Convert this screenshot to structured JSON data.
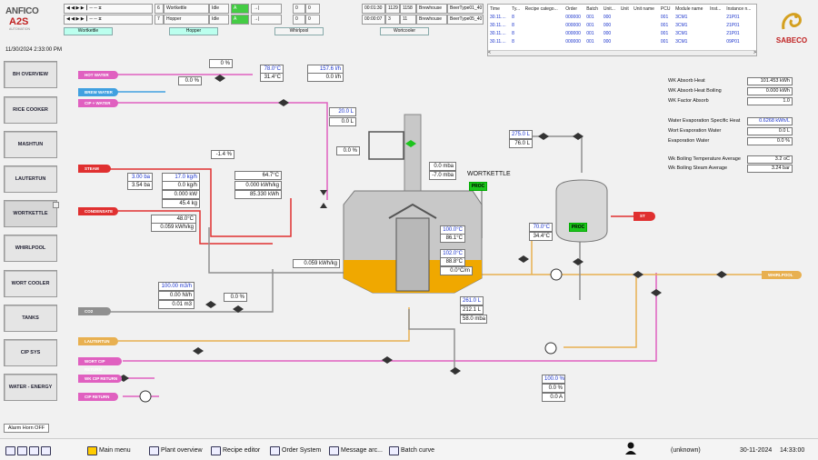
{
  "brand": {
    "company": "ANFICO",
    "product": "A2S",
    "tagline": "AUTOMATION",
    "client": "SABECO"
  },
  "datetime": "11/30/2024 2:33:00 PM",
  "top_rows": [
    {
      "num": "6",
      "name": "Wortkettle",
      "state": "Idle",
      "btn": "A",
      "arrow": "→|",
      "c1": "0",
      "c2": "0",
      "time": "00:01:30",
      "id": "1129",
      "id2": "1158",
      "area": "Brewhouse",
      "recipe": "BeerType01_407"
    },
    {
      "num": "7",
      "name": "Hopper",
      "state": "Idle",
      "btn": "A",
      "arrow": "→|",
      "c1": "0",
      "c2": "0",
      "time": "00:00:07",
      "id": "3",
      "id2": "11",
      "area": "Brewhouse",
      "recipe": "BeerType05_407"
    }
  ],
  "top_tabs": [
    "Wortkettle",
    "Hopper",
    "Whirlpool",
    "Wortcooler"
  ],
  "batch_table": {
    "headers": [
      "Time",
      "Ty...",
      "Recipe catego...",
      "Order",
      "Batch",
      "Unit...",
      "Unit",
      "Unit name",
      "PCU",
      "Module name",
      "Inst...",
      "Instance n..."
    ],
    "rows": [
      [
        "30.11....",
        "8",
        "",
        "000000",
        "001",
        "000",
        "",
        "",
        "001",
        "3CM1",
        "",
        "21P01"
      ],
      [
        "30.11....",
        "8",
        "",
        "000000",
        "001",
        "000",
        "",
        "",
        "001",
        "3CM1",
        "",
        "21P01"
      ],
      [
        "30.11....",
        "8",
        "",
        "000000",
        "001",
        "000",
        "",
        "",
        "001",
        "3CM1",
        "",
        "21P01"
      ],
      [
        "30.11....",
        "8",
        "",
        "000000",
        "001",
        "000",
        "",
        "",
        "001",
        "3CM1",
        "",
        "09P01"
      ]
    ]
  },
  "nav": [
    "BH OVERVIEW",
    "RICE COOKER",
    "MASHTUN",
    "LAUTERTUN",
    "WORTKETTLE",
    "WHIRLPOOL",
    "WORT COOLER",
    "TANKS",
    "CIP SYS",
    "WATER - ENERGY"
  ],
  "alarm_btn": "Alarm Horn OFF",
  "lines": {
    "hot_water": "HOT WATER",
    "brew_water": "BREW WATER",
    "cip_water": "CIP + WATER",
    "steam": "STEAM",
    "condensate": "CONDENSATE",
    "co2": "CO2",
    "lautertun": "LAUTERTUN",
    "wort_cip_return": "WORT CIP RETURN",
    "wk_cip_return": "WK CIP RETURN",
    "cip_return": "CIP RETURN",
    "whirlpool": "WHIRLPOOL",
    "st": "ST"
  },
  "values": {
    "hw_pct": "0 %",
    "hw_valve": "0.0 %",
    "hw_temp": "78.0°C",
    "hw_temp2": "31.4°C",
    "hw_flow": "157.6 l/h",
    "hw_flow2": "0.0 l/h",
    "vol_20": "20.0 L",
    "vol_0": "0.0 L",
    "dosing": "0.0 %",
    "steam_pct": "-1.4 %",
    "steam_p1": "3.00 ba",
    "steam_p2": "3.54 ba",
    "steam_f1": "17.0 kg/h",
    "steam_f2": "0.0 kg/h",
    "steam_kw": "0.000 kW",
    "steam_kg": "45.4 kg",
    "steam_temp": "64.7°C",
    "steam_kwh": "0.000 kWh/kg",
    "steam_kw2": "85.330 kWh",
    "cond_temp": "48.0°C",
    "cond_kwh": "0.059 kWh/kg",
    "kettle_kwh": "0.059 kWh/kg",
    "pres1": "0.0 mba",
    "pres2": "-7.0 mba",
    "kettle_name": "WORTKETTLE",
    "kettle_state": "PROC",
    "t1": "100.0°C",
    "t2": "86.1°C",
    "t3": "102.0°C",
    "t4": "88.8°C",
    "t5": "0.0°C/m",
    "co2_flow": "100.00 m3/h",
    "co2_flow2": "0.00 Nl/h",
    "co2_vol": "0.01 m3",
    "co2_pct": "0.0 %",
    "lvl1": "261.0 L",
    "lvl2": "212.1 L",
    "lvl3": "58.0 mba",
    "tank_vol": "275.0 L",
    "tank_vol2": "76.0 L",
    "tank_t1": "70.0°C",
    "tank_t2": "34.4°C",
    "tank_state": "PROC",
    "pump_pct": "100.0 %",
    "pump_v": "0.0 %",
    "pump_a": "0.0 A"
  },
  "right_panel": [
    {
      "label": "WK Absorb Heat",
      "value": "101.453 kWh"
    },
    {
      "label": "WK Absorb Heat Boiling",
      "value": "0.000 kWh"
    },
    {
      "label": "WK Factor Absorb",
      "value": "1.0"
    },
    {
      "label": "Water Evaporation Specific Heat",
      "value": "0.6268 kWh/L"
    },
    {
      "label": "Wort Evaporation Water",
      "value": "0.0 L"
    },
    {
      "label": "Evaporation Water",
      "value": "0.0 %"
    },
    {
      "label": "Wk Boiling Temperature Average",
      "value": "3.2 oC"
    },
    {
      "label": "Wk Boiling Steam Average",
      "value": "3.24 bar"
    }
  ],
  "taskbar": {
    "main": "Main menu",
    "plant": "Plant overview",
    "recipe": "Recipe editor",
    "order": "Order System",
    "message": "Message arc...",
    "batch": "Batch curve",
    "user": "(unknown)",
    "date": "30-11-2024",
    "time": "14:33:00"
  },
  "colors": {
    "pipe_orange": "#e8b050",
    "steam_red": "#e03030",
    "water_pink": "#e060c0",
    "water_blue": "#40a0e0",
    "grey_pipe": "#909090"
  }
}
